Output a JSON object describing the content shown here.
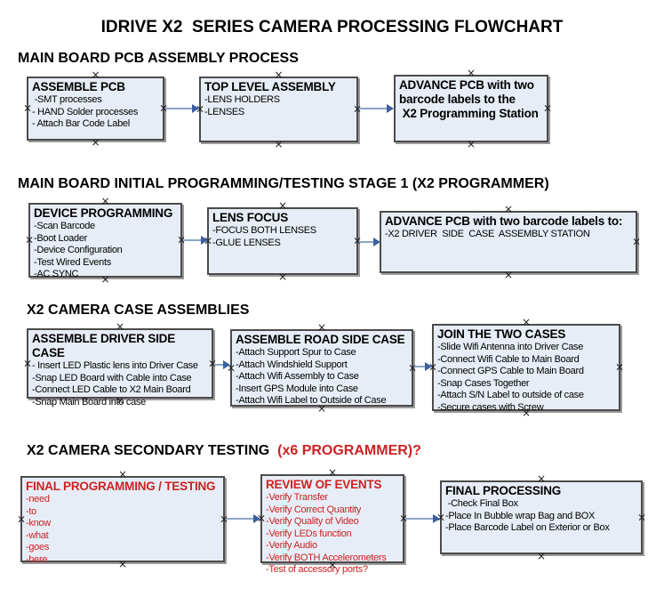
{
  "page_title": "IDRIVE X2  SERIES CAMERA PROCESSING FLOWCHART",
  "colors": {
    "box_fill": "#e7edf6",
    "box_border": "#4b4b4b",
    "arrow_line": "#8da5c5",
    "arrow_head": "#3b5fa0",
    "red_text": "#cc2222"
  },
  "sections": [
    {
      "heading": "MAIN BOARD PCB ASSEMBLY PROCESS",
      "boxes": [
        {
          "title": "ASSEMBLE PCB",
          "lines": [
            " -SMT processes",
            "- HAND Solder processes",
            "- Attach Bar Code Label"
          ]
        },
        {
          "title": "TOP LEVEL ASSEMBLY",
          "lines": [
            "-LENS HOLDERS",
            "-LENSES"
          ]
        },
        {
          "title": "ADVANCE PCB with two\nbarcode labels to the\n X2 Programming Station",
          "lines": []
        }
      ]
    },
    {
      "heading": "MAIN BOARD INITIAL PROGRAMMING/TESTING STAGE 1 (X2 PROGRAMMER)",
      "boxes": [
        {
          "title": "DEVICE PROGRAMMING",
          "lines": [
            "-Scan Barcode",
            "-Boot Loader",
            "-Device Configuration",
            "-Test Wired Events",
            "-AC SYNC"
          ]
        },
        {
          "title": "LENS FOCUS",
          "lines": [
            "-FOCUS BOTH LENSES",
            "-GLUE LENSES"
          ]
        },
        {
          "title": "ADVANCE PCB with two barcode labels to:",
          "lines": [
            "-X2 DRIVER  SIDE  CASE  ASSEMBLY STATION"
          ]
        }
      ]
    },
    {
      "heading": "X2 CAMERA CASE ASSEMBLIES",
      "boxes": [
        {
          "title": "ASSEMBLE DRIVER SIDE CASE",
          "lines": [
            "- Insert LED Plastic lens into Driver Case",
            "-Snap LED Board with Cable into Case",
            "-Connect LED Cable to X2 Main Board",
            "-Snap Main Board into case"
          ]
        },
        {
          "title": "ASSEMBLE ROAD SIDE CASE",
          "lines": [
            "-Attach Support Spur to Case",
            "-Attach Windshield Support",
            "-Attach Wifi Assembly to Case",
            "-Insert GPS Module into Case",
            "-Attach Wifi Label to Outside of Case"
          ]
        },
        {
          "title": "JOIN THE TWO CASES",
          "lines": [
            "-Slide Wifi Antenna into Driver Case",
            "-Connect Wifi Cable to Main Board",
            "-Connect GPS Cable to Main Board",
            "-Snap Cases Together",
            "-Attach S/N Label to outside of case",
            "-Secure cases with Screw"
          ]
        }
      ]
    },
    {
      "heading": "X2 CAMERA SECONDARY TESTING ",
      "heading_suffix": " (x6 PROGRAMMER)?",
      "boxes": [
        {
          "title": "FINAL PROGRAMMING / TESTING",
          "text_color": "#cc2222",
          "lines": [
            "-need",
            "-to",
            "-know",
            "-what",
            "-goes",
            "-here"
          ]
        },
        {
          "title": "REVIEW OF EVENTS",
          "text_color": "#cc2222",
          "lines": [
            "-Verify Transfer",
            "-Verify Correct Quantity",
            "-Verify Quality of Video",
            "-Verify LEDs function",
            "-Verify Audio",
            "-Verify BOTH Accelerometers",
            "-Test of accessory ports?"
          ]
        },
        {
          "title": "FINAL PROCESSING",
          "lines": [
            " -Check Final Box",
            "-Place In Bubble wrap Bag and BOX",
            "-Place Barcode Label on Exterior or Box"
          ]
        }
      ]
    }
  ]
}
